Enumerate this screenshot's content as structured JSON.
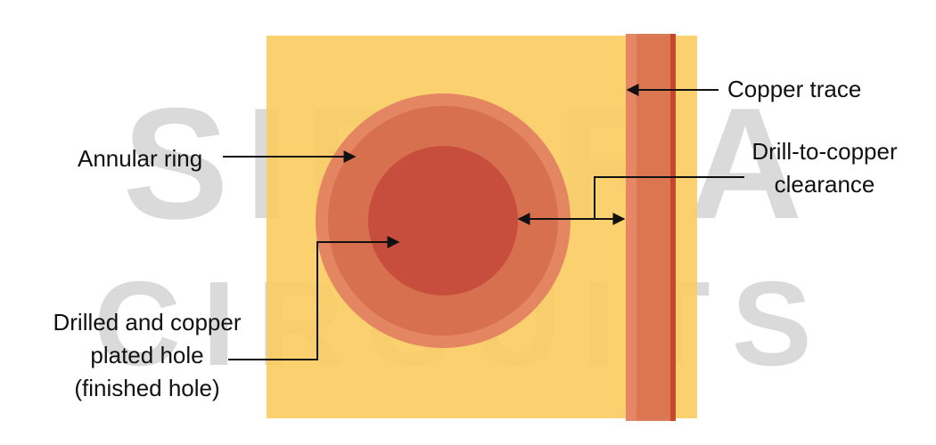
{
  "watermark": {
    "line1": "SIERRA",
    "line2": "CIRCUITS"
  },
  "labels": {
    "copper_trace": "Copper trace",
    "annular_ring": "Annular ring",
    "clearance_line1": "Drill-to-copper",
    "clearance_line2": "clearance",
    "hole_line1": "Drilled and copper",
    "hole_line2": "plated hole",
    "hole_line3": "(finished hole)"
  },
  "colors": {
    "board": "#FBCB5F",
    "copper_trace": "#D8704E",
    "copper_trace_edge": "#C8452E",
    "annular_ring_outer": "#E07B60",
    "annular_ring_inner": "#D56F4D",
    "drilled_hole": "#C64B3B",
    "watermark": "#CFCFCF",
    "arrow": "#111111"
  }
}
